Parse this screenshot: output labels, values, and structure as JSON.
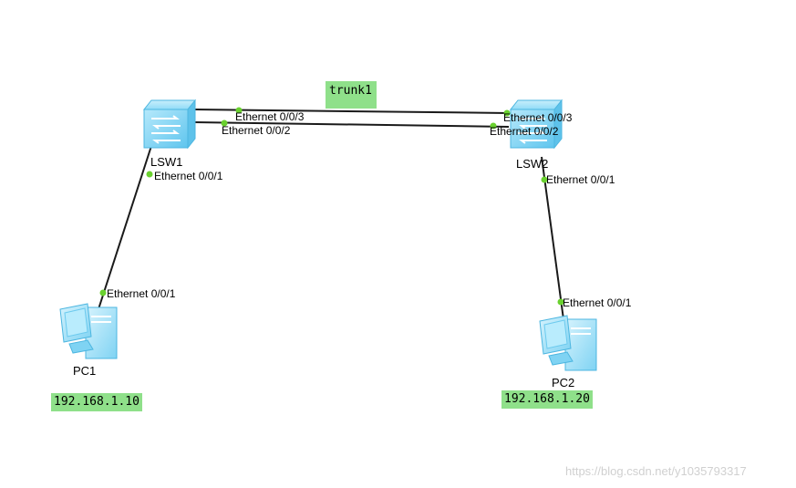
{
  "devices": {
    "lsw1": {
      "name": "LSW1"
    },
    "lsw2": {
      "name": "LSW2"
    },
    "pc1": {
      "name": "PC1",
      "ip": "192.168.1.10"
    },
    "pc2": {
      "name": "PC2",
      "ip": "192.168.1.20"
    }
  },
  "links": {
    "trunk_label": "trunk1",
    "lsw1_e003": "Ethernet 0/0/3",
    "lsw1_e002": "Ethernet 0/0/2",
    "lsw2_e003": "Ethernet 0/0/3",
    "lsw2_e002": "Ethernet 0/0/2",
    "lsw1_e001": "Ethernet 0/0/1",
    "pc1_e001": "Ethernet 0/0/1",
    "lsw2_e001": "Ethernet 0/0/1",
    "pc2_e001": "Ethernet 0/0/1"
  },
  "watermark": "https://blog.csdn.net/y1035793317",
  "colors": {
    "link": "#1a1a1a",
    "port_dot": "#6ad12f",
    "label_bg": "#8fe08a",
    "device_blue": "#7fd3f3"
  }
}
